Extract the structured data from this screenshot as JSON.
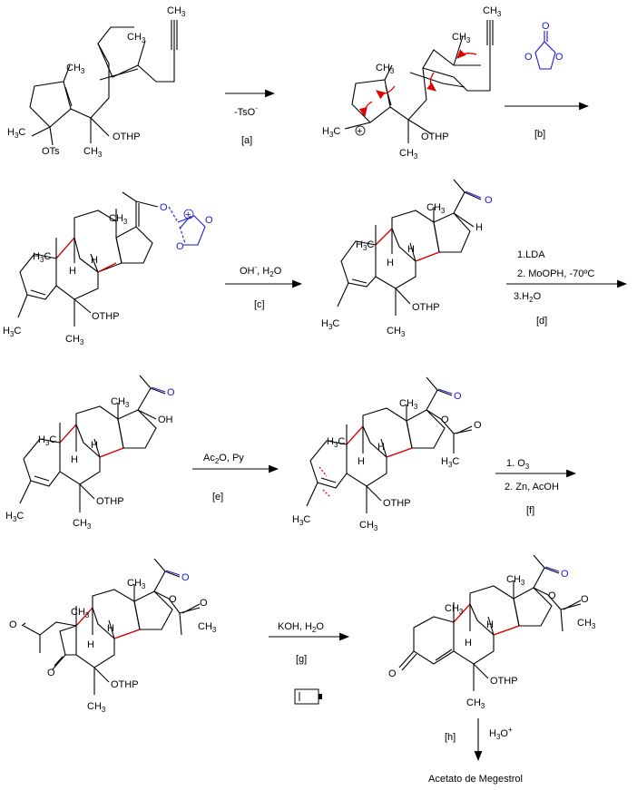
{
  "reagents": {
    "a": {
      "text": "-TsO",
      "sup": "-",
      "tag": "[a]"
    },
    "b": {
      "tag": "[b]"
    },
    "c": {
      "text": "OH",
      "sup": "-",
      "text2": ", H",
      "sub": "2",
      "text3": "O",
      "tag": "[c]"
    },
    "d": {
      "line1": "1.LDA",
      "line2": "2. MoOPH, -70ºC",
      "line3a": "3.H",
      "line3sub": "2",
      "line3b": "O",
      "tag": "[d]"
    },
    "e": {
      "text": "Ac",
      "sub": "2",
      "text2": "O, Py",
      "tag": "[e]"
    },
    "f": {
      "line1a": "1. O",
      "line1sub": "3",
      "line2": "2. Zn, AcOH",
      "tag": "[f]"
    },
    "g": {
      "text": "KOH, H",
      "sub": "2",
      "text2": "O",
      "tag": "[g]"
    },
    "h": {
      "tag": "[h]",
      "text": "H",
      "sub": "3",
      "text2": "O",
      "sup": "+"
    }
  },
  "product_name": "Acetato de Megestrol",
  "atom_labels": {
    "CH3": "CH",
    "H3C": "H",
    "OTs": "OTs",
    "OTHP": "OTHP",
    "OH": "OH",
    "H": "H",
    "O": "O",
    "plus": "+",
    "three": "3",
    "C": "C"
  }
}
